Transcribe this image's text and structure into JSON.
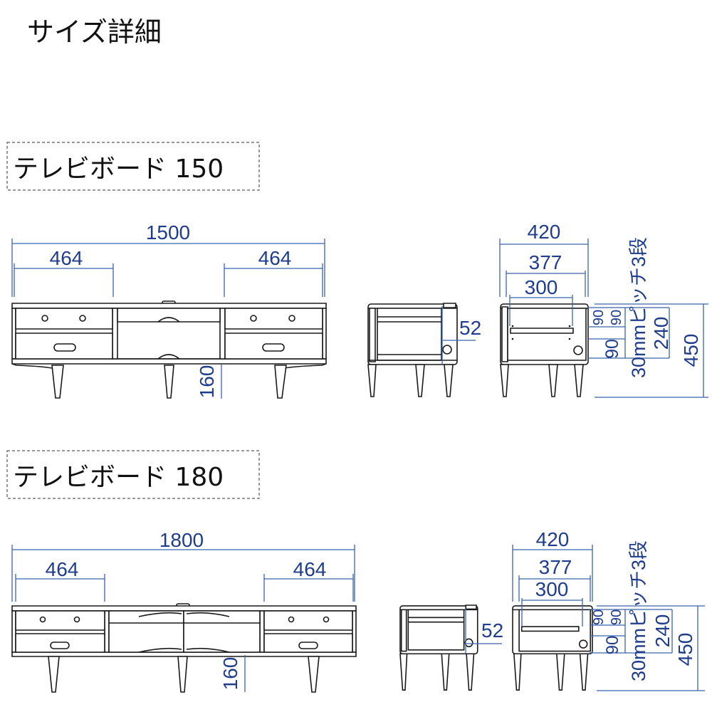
{
  "title": "サイズ詳細",
  "sections": [
    {
      "label": "テレビボード 150",
      "front": {
        "width": "1500",
        "drawer_left": "464",
        "drawer_right": "464",
        "leg_height": "160"
      },
      "side": {
        "offset": "52"
      },
      "back": {
        "depth": "420",
        "inner": "377",
        "inner2": "300",
        "height": "450",
        "shelf_range": "240",
        "shelf_spacing": [
          "90",
          "90",
          "90"
        ],
        "pitch_note": "30mmピッチ3段"
      }
    },
    {
      "label": "テレビボード 180",
      "front": {
        "width": "1800",
        "drawer_left": "464",
        "drawer_right": "464",
        "leg_height": "160"
      },
      "side": {
        "offset": "52"
      },
      "back": {
        "depth": "420",
        "inner": "377",
        "inner2": "300",
        "height": "450",
        "shelf_range": "240",
        "shelf_spacing": [
          "90",
          "90",
          "90"
        ],
        "pitch_note": "30mmピッチ3段"
      }
    }
  ],
  "colors": {
    "dimension_line": "#3a64ae",
    "dimension_text": "#1f3d8c",
    "drawing": "#1a1a1a"
  }
}
